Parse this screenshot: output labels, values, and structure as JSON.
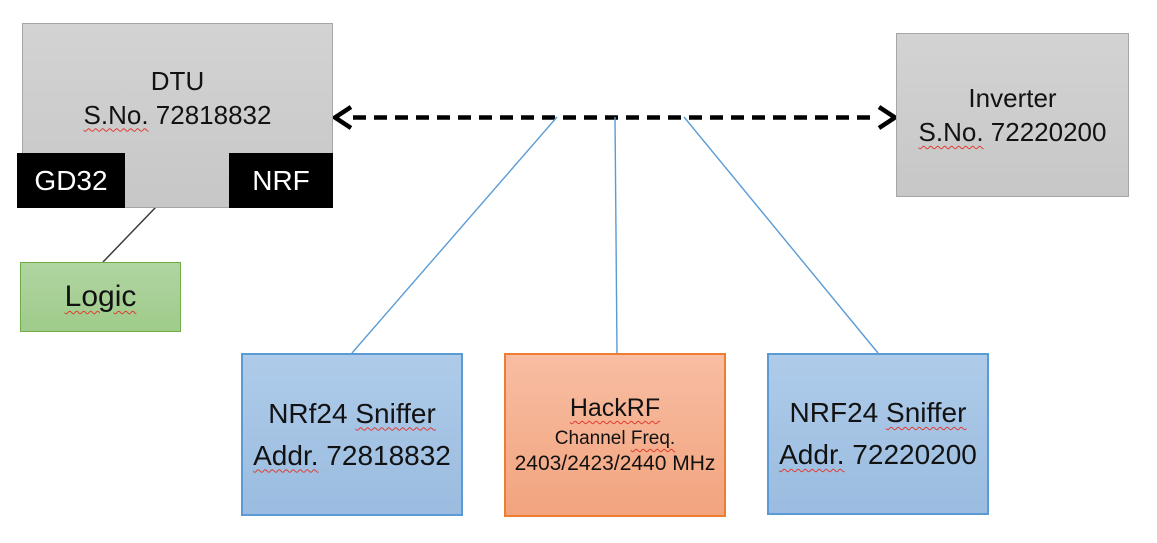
{
  "diagram": {
    "dtu_box": {
      "title": "DTU",
      "serial_label": "S.No.",
      "serial_number": "72818832"
    },
    "gd32_chip": {
      "label": "GD32"
    },
    "nrf_chip": {
      "label": "NRF"
    },
    "logic_box": {
      "label": "Logic"
    },
    "inverter_box": {
      "title": "Inverter",
      "serial_label": "S.No.",
      "serial_number": "72220200"
    },
    "sniffer_dtu_box": {
      "device": "NRf24",
      "device_role": "Sniffer",
      "addr_label": "Addr.",
      "addr_number": "72818832"
    },
    "hackrf_box": {
      "title": "HackRF",
      "subtitle_word1": "Channel",
      "subtitle_word2": "Freq.",
      "frequencies": "2403/2423/2440 MHz"
    },
    "sniffer_inverter_box": {
      "device": "NRF24",
      "device_role": "Sniffer",
      "addr_label": "Addr.",
      "addr_number": "72220200"
    }
  },
  "colors": {
    "gray_fill_top": "#D3D3D3",
    "gray_fill_bottom": "#C7C7C7",
    "gray_border": "#A6A6A6",
    "black_fill": "#000000",
    "chip_text": "#FFFFFF",
    "green_fill_top": "#B0D5A1",
    "green_fill_bottom": "#9FCB8B",
    "green_border": "#6FAE46",
    "blue_fill_top": "#AECBE9",
    "blue_fill_bottom": "#9BBCE0",
    "blue_border": "#5B9BD5",
    "orange_fill_top": "#F8BDA3",
    "orange_fill_bottom": "#F2A47E",
    "orange_border": "#ED7D31",
    "connector_blue": "#5B9BD5",
    "arrow_black": "#000000",
    "line_dark": "#3B3B3B",
    "misspell_red": "#E03C31"
  }
}
